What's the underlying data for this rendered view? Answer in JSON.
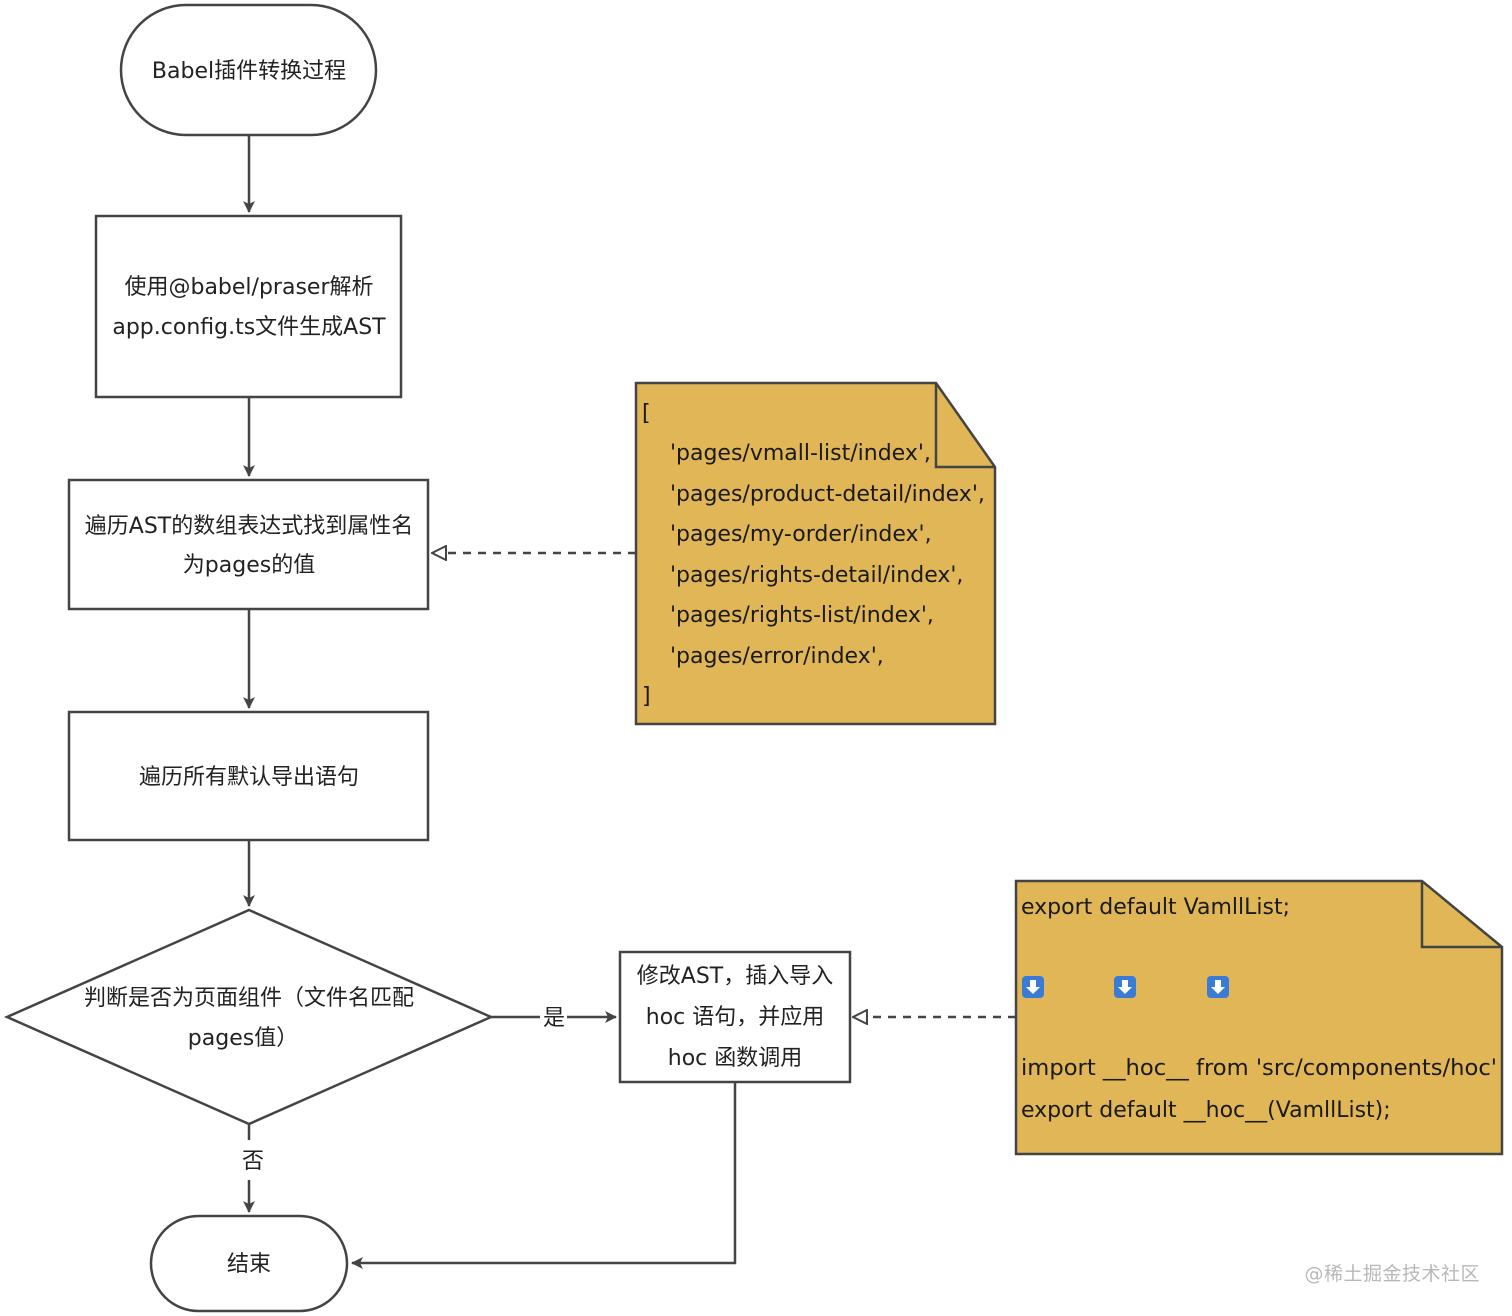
{
  "diagram": {
    "nodes": {
      "start": {
        "shape": "terminal",
        "lines": [
          "Babel插件转换过程"
        ]
      },
      "parse": {
        "shape": "process",
        "lines": [
          "使用@babel/praser解析",
          "app.config.ts文件生成AST"
        ]
      },
      "traverse_array": {
        "shape": "process",
        "lines": [
          "遍历AST的数组表达式找到属性名",
          "为pages的值"
        ]
      },
      "traverse_exports": {
        "shape": "process",
        "lines": [
          "遍历所有默认导出语句"
        ]
      },
      "decision": {
        "shape": "decision",
        "lines": [
          "判断是否为页面组件（文件名匹配",
          "pages值）"
        ]
      },
      "modify": {
        "shape": "process",
        "lines": [
          "修改AST，插入导入",
          "hoc 语句，并应用",
          "hoc 函数调用"
        ]
      },
      "end": {
        "shape": "terminal",
        "lines": [
          "结束"
        ]
      }
    },
    "notes": {
      "pages_list": {
        "fill": "#e0b656",
        "lines": [
          "[",
          "    'pages/vmall-list/index',",
          "    'pages/product-detail/index',",
          "    'pages/my-order/index',",
          "    'pages/rights-detail/index',",
          "    'pages/rights-list/index',",
          "    'pages/error/index',",
          "]"
        ]
      },
      "code_transform": {
        "fill": "#e0b656",
        "line_before": "export default VamllList;",
        "icons": [
          "arrow-down-icon",
          "arrow-down-icon",
          "arrow-down-icon"
        ],
        "lines_after": [
          "import __hoc__ from 'src/components/hoc'",
          "export default __hoc__(VamllList);"
        ]
      }
    },
    "edges": [
      {
        "from": "start",
        "to": "parse",
        "style": "solid",
        "label": ""
      },
      {
        "from": "parse",
        "to": "traverse_array",
        "style": "solid",
        "label": ""
      },
      {
        "from": "traverse_array",
        "to": "traverse_exports",
        "style": "solid",
        "label": ""
      },
      {
        "from": "traverse_exports",
        "to": "decision",
        "style": "solid",
        "label": ""
      },
      {
        "from": "decision",
        "to": "modify",
        "style": "solid",
        "label": "是"
      },
      {
        "from": "decision",
        "to": "end",
        "style": "solid",
        "label": "否"
      },
      {
        "from": "modify",
        "to": "end",
        "style": "solid",
        "label": ""
      },
      {
        "from": "pages_list",
        "to": "traverse_array",
        "style": "dashed",
        "label": ""
      },
      {
        "from": "code_transform",
        "to": "modify",
        "style": "dashed",
        "label": ""
      }
    ],
    "colors": {
      "stroke": "#444444",
      "note_fill": "#e0b656",
      "icon": "#3a7bd5"
    }
  },
  "watermark": "@稀土掘金技术社区"
}
